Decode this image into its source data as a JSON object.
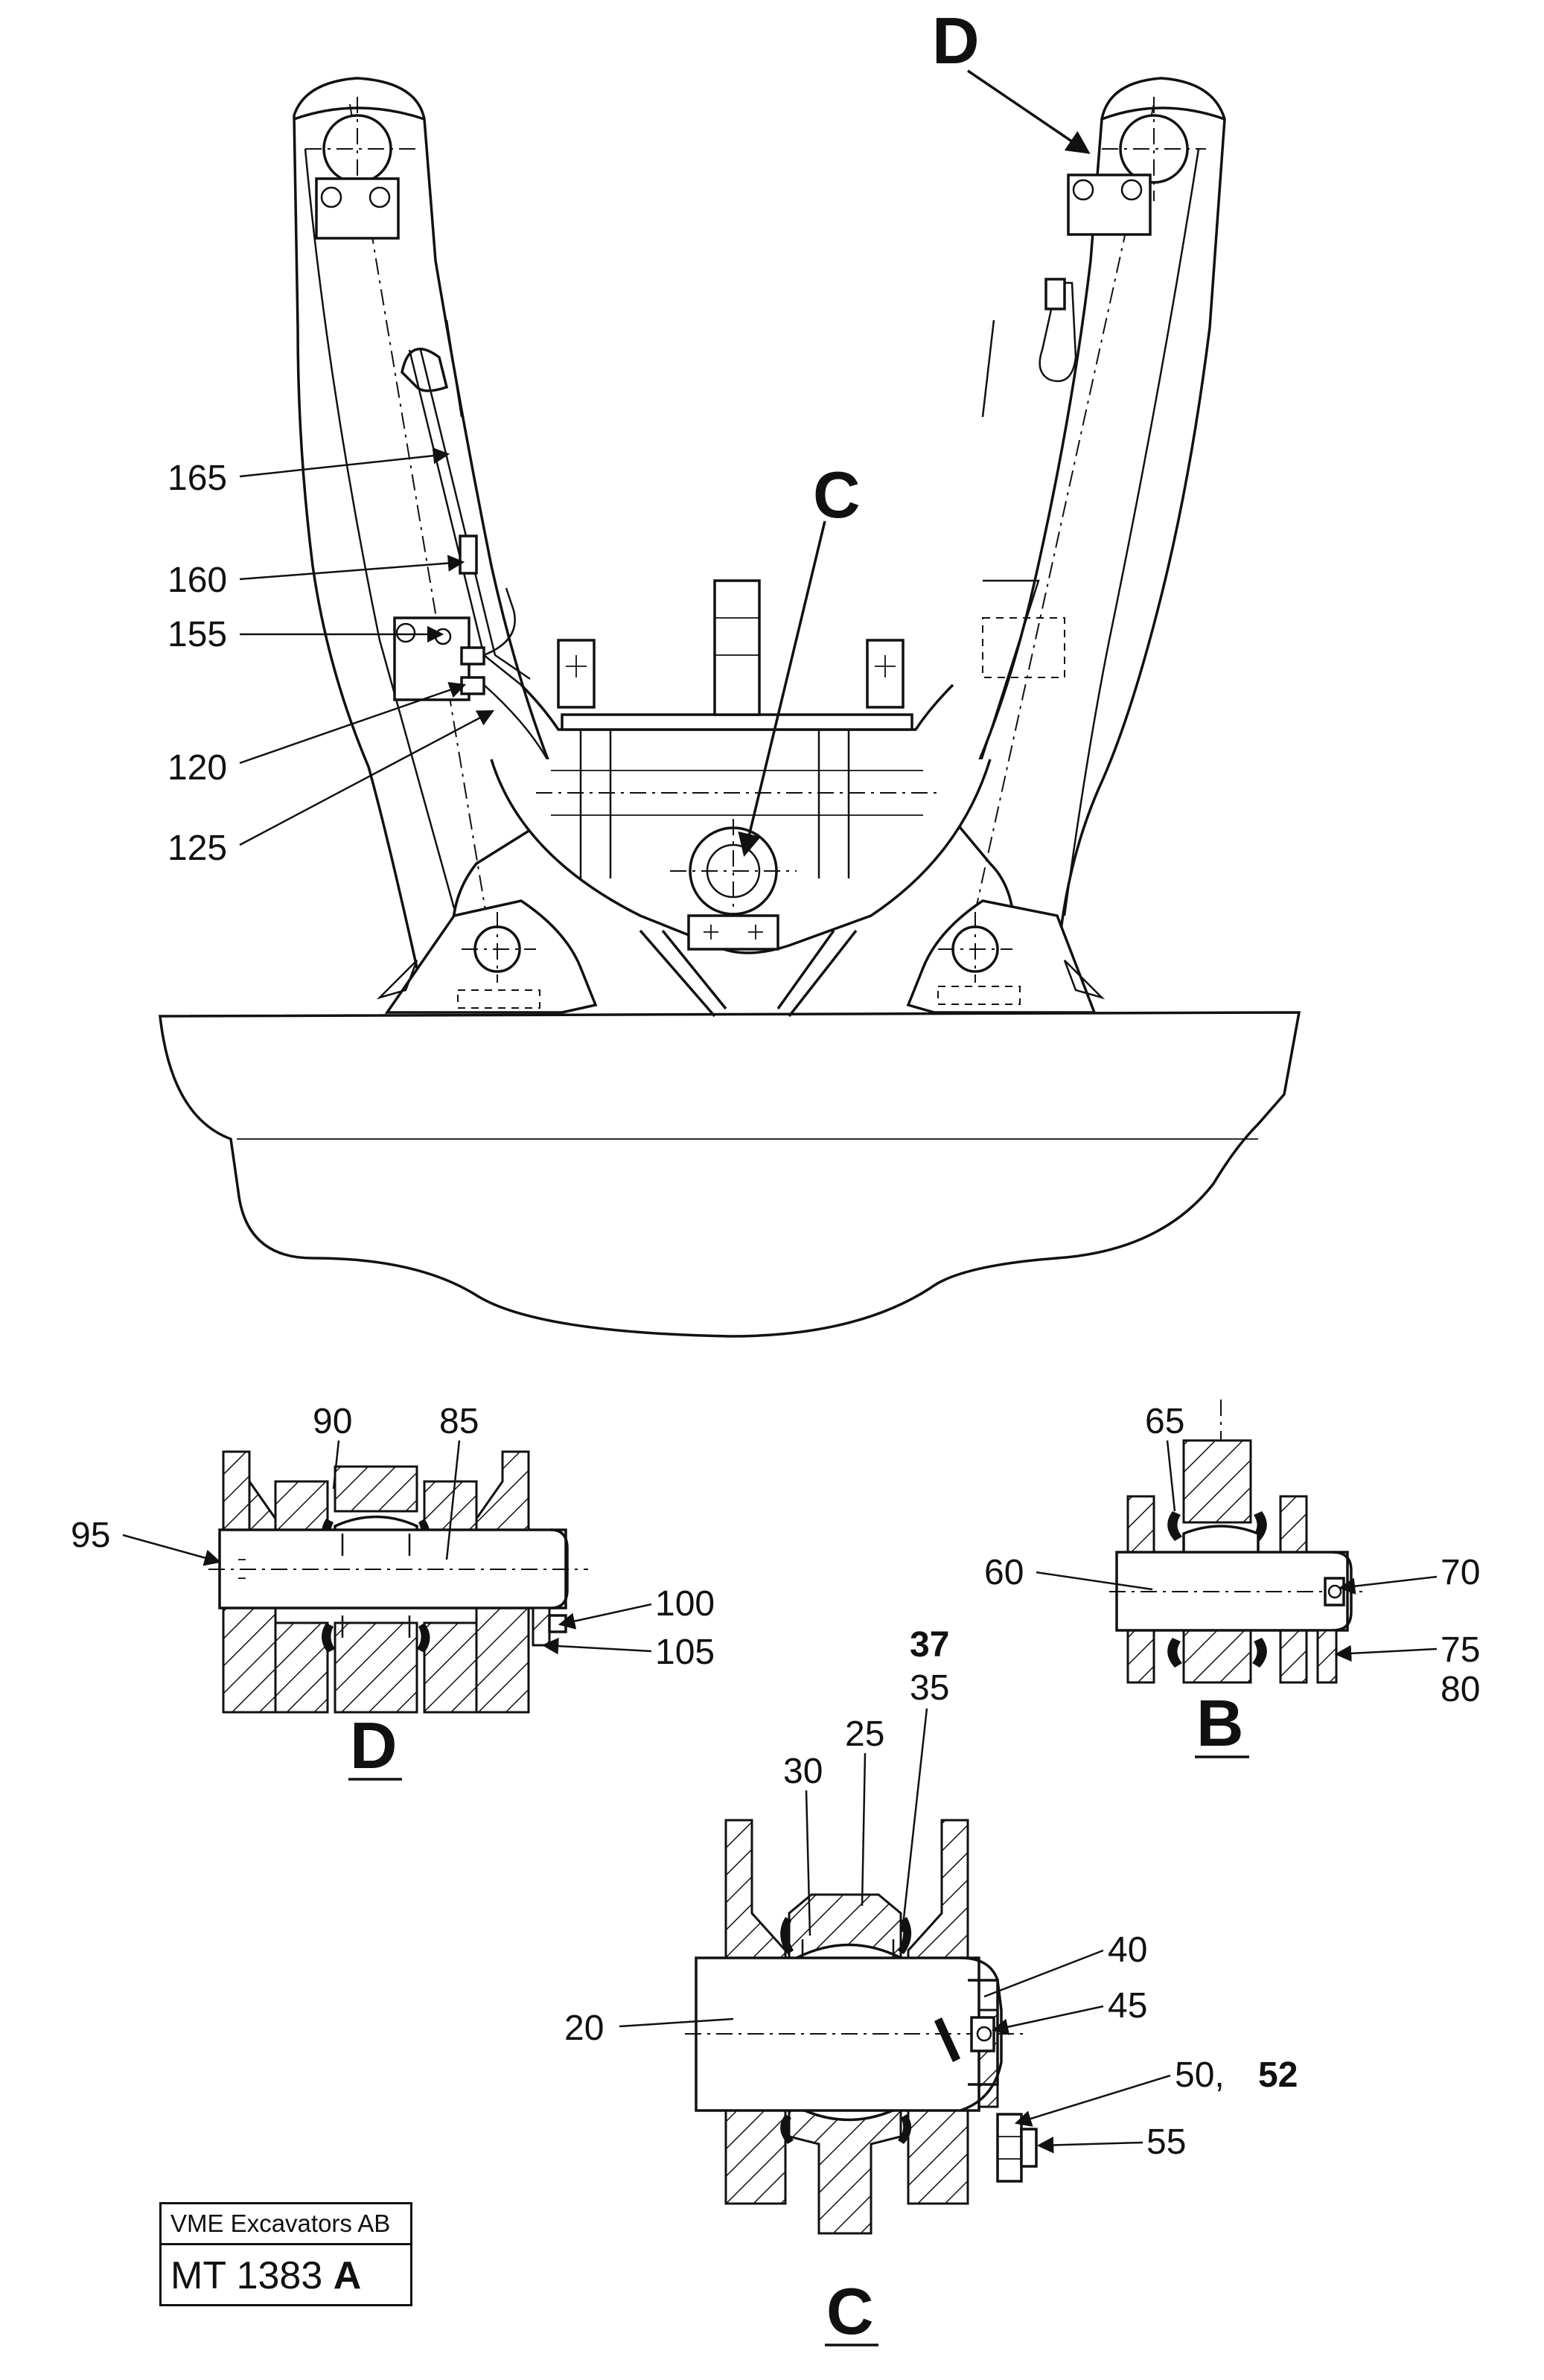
{
  "main_view": {
    "callouts": {
      "C": "C",
      "D": "D",
      "p165": "165",
      "p160": "160",
      "p155": "155",
      "p120": "120",
      "p125": "125"
    }
  },
  "section_D": {
    "title": "D",
    "labels": {
      "p90": "90",
      "p85": "85",
      "p95": "95",
      "p100": "100",
      "p105": "105"
    }
  },
  "section_B": {
    "title": "B",
    "labels": {
      "p65": "65",
      "p60": "60",
      "p70": "70",
      "p75": "75",
      "p80": "80"
    }
  },
  "section_C": {
    "title": "C",
    "labels": {
      "p37": "37",
      "p35": "35",
      "p30": "30",
      "p25": "25",
      "p40": "40",
      "p20": "20",
      "p45": "45",
      "p50": "50,",
      "p52": "52",
      "p55": "55"
    }
  },
  "title_block": {
    "company": "VME Excavators AB",
    "drawing_no": "MT 1383",
    "revision": "A"
  }
}
